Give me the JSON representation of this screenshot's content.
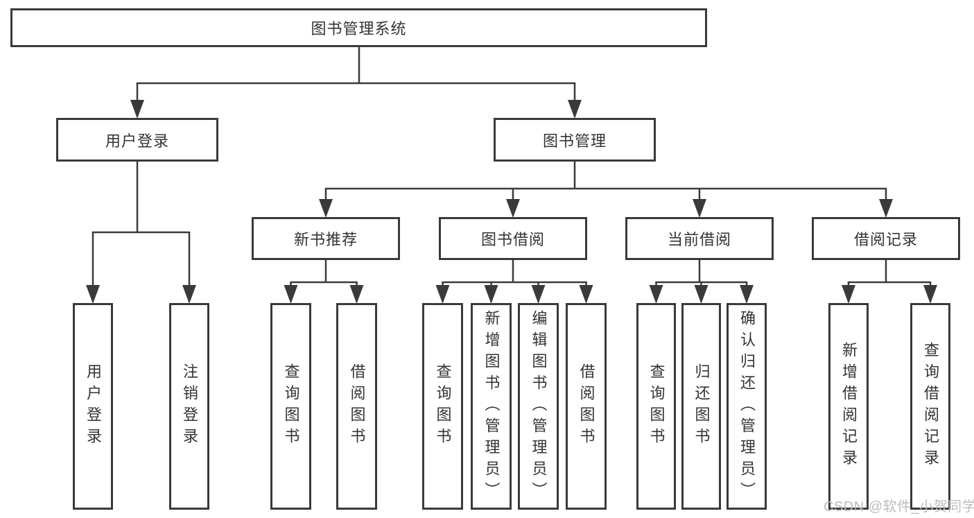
{
  "colors": {
    "line": "#3a3a3a",
    "text": "#333333",
    "bg": "#ffffff",
    "watermark": "#b9bdc0"
  },
  "watermark": {
    "text": "CSDN @软件_小贺同学"
  },
  "tree": {
    "root": "图书管理系统",
    "children": [
      {
        "label": "用户登录",
        "children": [
          "用户登录",
          "注销登录"
        ]
      },
      {
        "label": "图书管理",
        "children": [
          {
            "label": "新书推荐",
            "children": [
              "查询图书",
              "借阅图书"
            ]
          },
          {
            "label": "图书借阅",
            "children": [
              "查询图书",
              "新增图书（管理员）",
              "编辑图书（管理员）",
              "借阅图书"
            ]
          },
          {
            "label": "当前借阅",
            "children": [
              "查询图书",
              "归还图书",
              "确认归还（管理员）"
            ]
          },
          {
            "label": "借阅记录",
            "children": [
              "新增借阅记录",
              "查询借阅记录"
            ]
          }
        ]
      }
    ]
  }
}
